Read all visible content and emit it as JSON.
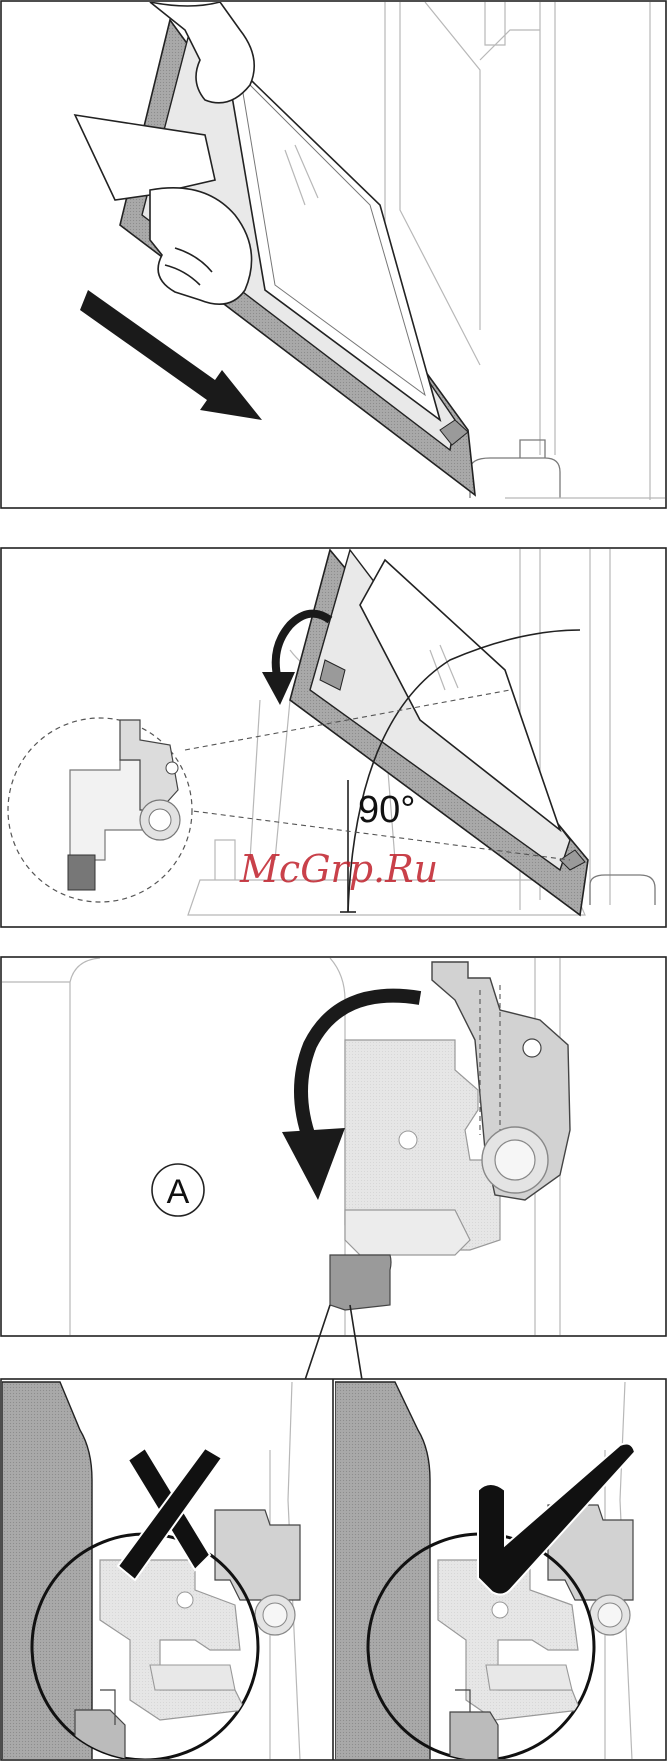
{
  "panels": [
    {
      "id": "step-1-remove-door"
    },
    {
      "id": "step-2-close-door",
      "angle_label": "90°"
    },
    {
      "id": "step-3-hinge-detail",
      "callout_label": "A"
    },
    {
      "id": "step-4-check-position"
    }
  ],
  "watermark": "McGrp.Ru",
  "icons": [
    "arrow-down-right-icon",
    "curved-arrow-icon",
    "cross-icon",
    "checkmark-icon",
    "glove-hand-icon",
    "hinge-icon"
  ],
  "colors": {
    "ink": "#111111",
    "line": "#222222",
    "shade": "#b5b5b5",
    "watermark": "#c0202a"
  }
}
